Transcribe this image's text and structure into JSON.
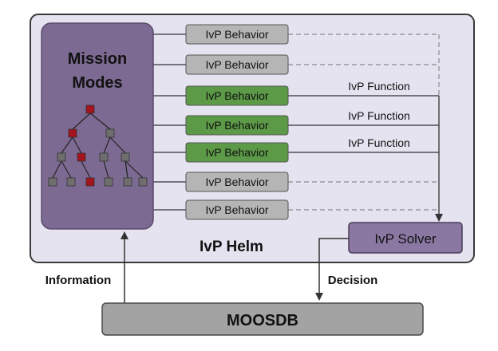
{
  "helm": {
    "title": "IvP Helm",
    "mission_title_line1": "Mission",
    "mission_title_line2": "Modes"
  },
  "behaviors": [
    {
      "label": "IvP Behavior",
      "active": false
    },
    {
      "label": "IvP Behavior",
      "active": false
    },
    {
      "label": "IvP Behavior",
      "active": true
    },
    {
      "label": "IvP Behavior",
      "active": true
    },
    {
      "label": "IvP Behavior",
      "active": true
    },
    {
      "label": "IvP Behavior",
      "active": false
    },
    {
      "label": "IvP Behavior",
      "active": false
    }
  ],
  "function_labels": [
    "IvP Function",
    "IvP Function",
    "IvP Function"
  ],
  "solver": {
    "label": "IvP Solver"
  },
  "moosdb": {
    "label": "MOOSDB"
  },
  "arrows": {
    "information": "Information",
    "decision": "Decision"
  },
  "tree": {
    "levels": [
      [
        "active"
      ],
      [
        "active",
        "inactive"
      ],
      [
        "inactive",
        "active",
        "inactive",
        "inactive"
      ],
      [
        "inactive",
        "inactive",
        "active",
        "inactive",
        "inactive",
        "inactive"
      ]
    ]
  },
  "colors": {
    "helm_bg": "#e6e3f0",
    "mission_bg": "#7d6a93",
    "behavior_inactive": "#b5b5b5",
    "behavior_active": "#5c9a48",
    "solver_bg": "#8a77a2",
    "moosdb_bg": "#a3a3a3",
    "node_active": "#a3141f",
    "node_inactive": "#6e6e6e"
  }
}
